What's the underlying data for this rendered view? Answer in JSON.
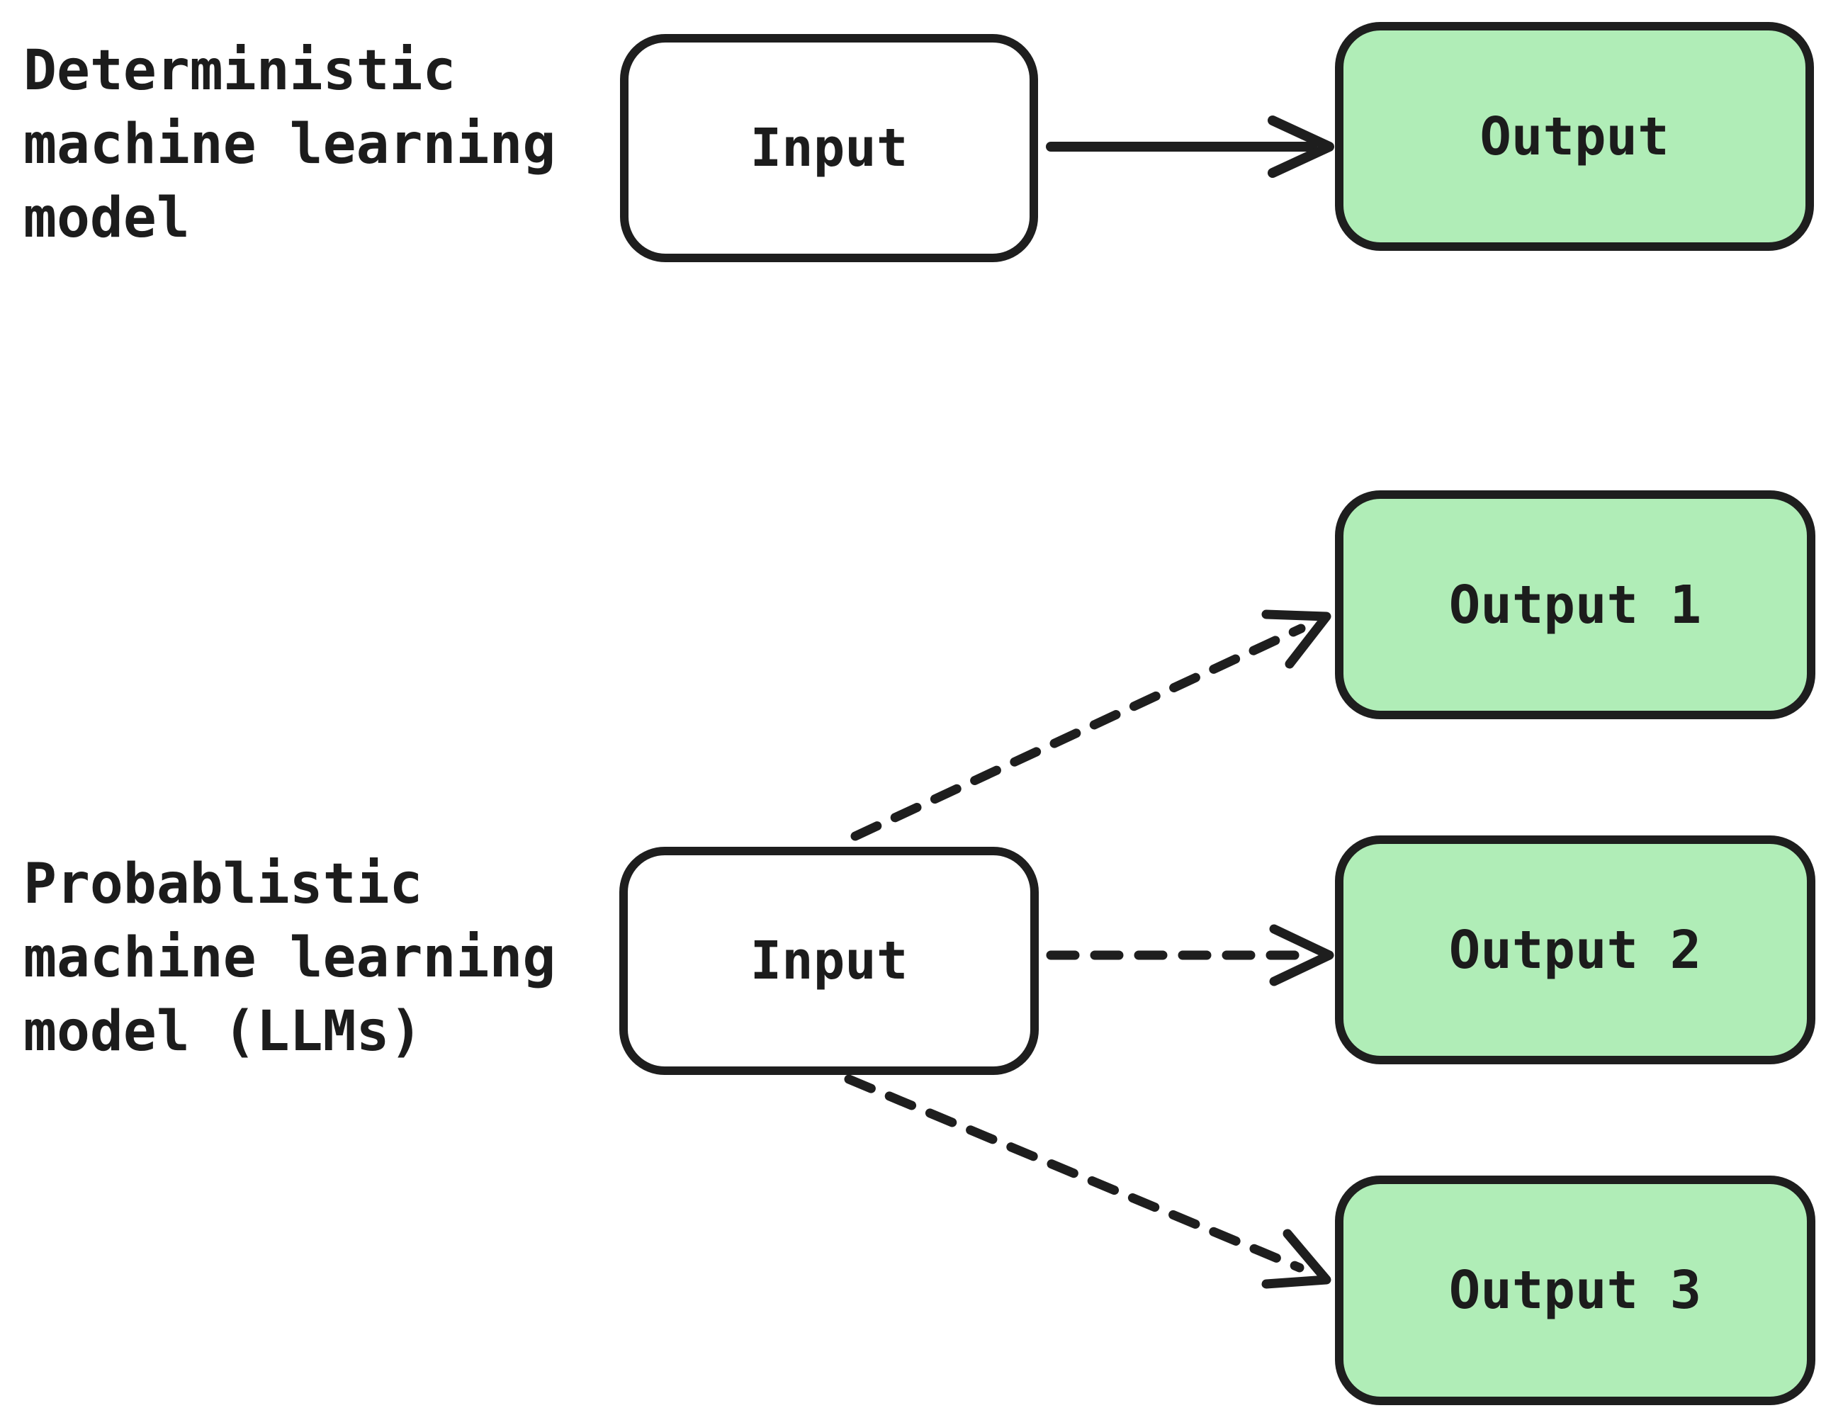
{
  "colors": {
    "stroke": "#1e1e1e",
    "green_fill": "#b0edb7",
    "white_fill": "#ffffff",
    "text": "#1c1c1c"
  },
  "sections": [
    {
      "id": "deterministic",
      "label_lines": [
        "Deterministic",
        "machine learning",
        "model"
      ],
      "arrow_style": "solid",
      "input": {
        "label": "Input"
      },
      "outputs": [
        {
          "label": "Output"
        }
      ]
    },
    {
      "id": "probabilistic",
      "label_lines": [
        "Probablistic",
        "machine learning",
        "model (LLMs)"
      ],
      "arrow_style": "dashed",
      "input": {
        "label": "Input"
      },
      "outputs": [
        {
          "label": "Output 1"
        },
        {
          "label": "Output 2"
        },
        {
          "label": "Output 3"
        }
      ]
    }
  ]
}
